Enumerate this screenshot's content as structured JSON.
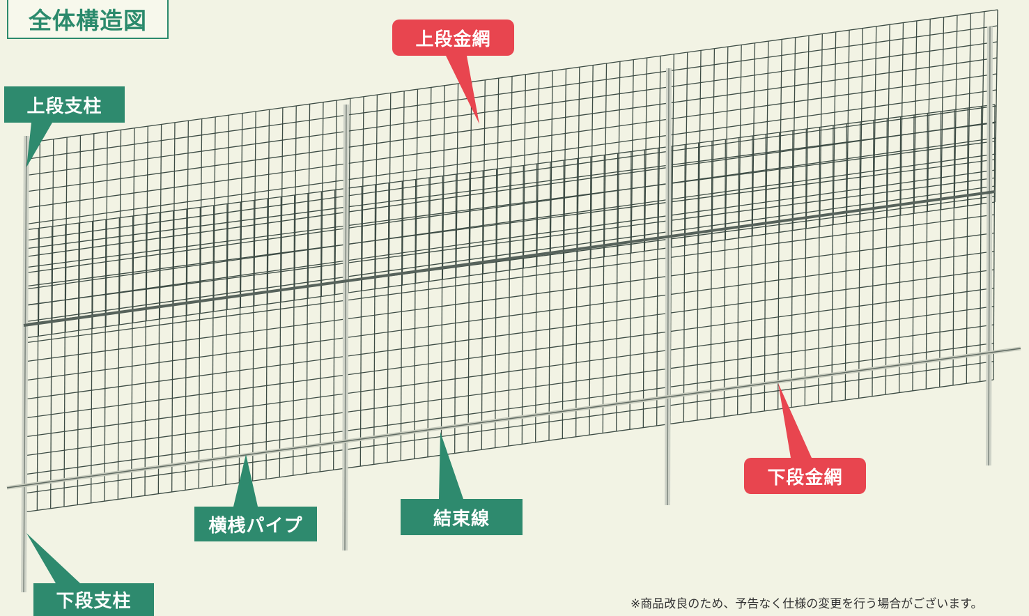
{
  "title": "全体構造図",
  "labels": {
    "upper_post": "上段支柱",
    "upper_mesh": "上段金網",
    "lower_post": "下段支柱",
    "lower_mesh": "下段金網",
    "cross_pipe": "横桟パイプ",
    "binding_wire": "結束線"
  },
  "note": "※商品改良のため、予告なく仕様の変更を行う場合がございます。",
  "colors": {
    "green": "#2e8a6e",
    "red": "#e8454f",
    "mesh": "#3c4b44",
    "background": "#f2f3e4"
  }
}
